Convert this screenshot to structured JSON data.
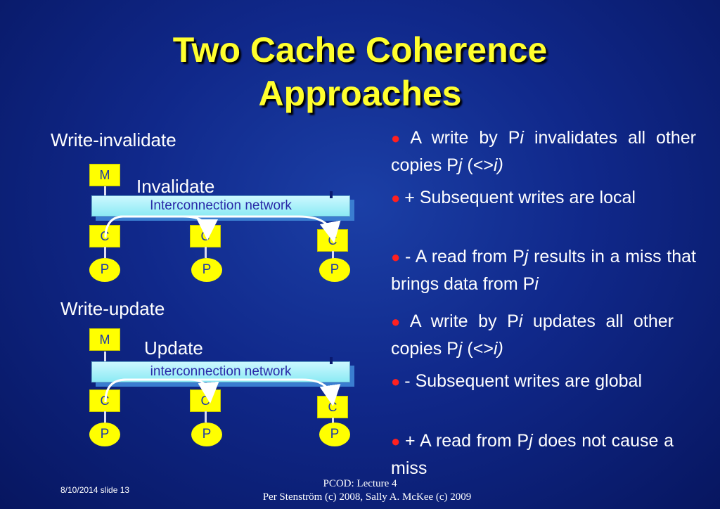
{
  "title": {
    "line1": "Two Cache Coherence",
    "line2": "Approaches"
  },
  "invalidate_section": {
    "label": "Write-invalidate",
    "action": "Invalidate",
    "network": "Interconnection network",
    "memory": "M",
    "cache": "C",
    "processor": "P",
    "bullets": [
      {
        "pre": "A write by P",
        "i1": "i",
        "mid": " invalidates all other copies P",
        "i2": "j",
        "post": " (<>",
        "i3": "i)"
      },
      {
        "text": "+ Subsequent writes are local"
      },
      {
        "pre": "- A read from P",
        "i1": "j",
        "mid": " results in a miss that brings data from P",
        "i2": "i"
      }
    ]
  },
  "update_section": {
    "label": "Write-update",
    "action": "Update",
    "network": "interconnection network",
    "memory": "M",
    "cache": "C",
    "processor": "P",
    "bullets": [
      {
        "pre": "A write by P",
        "i1": "i",
        "mid": " updates all other copies P",
        "i2": "j",
        "post": " (<>",
        "i3": "i)"
      },
      {
        "text": "- Subsequent writes are global"
      },
      {
        "pre": "+ A read from P",
        "i1": "j",
        "mid": " does not cause a miss"
      }
    ]
  },
  "footer": {
    "date_slide": "8/10/2014 slide 13",
    "course": "PCOD: Lecture 4",
    "credits": "Per Stenström (c) 2008, Sally A. McKee (c) 2009"
  },
  "colors": {
    "title": "#ffff2e",
    "node": "#ffff00",
    "network": "#8ceaf4",
    "bullet": "#ff2020"
  }
}
